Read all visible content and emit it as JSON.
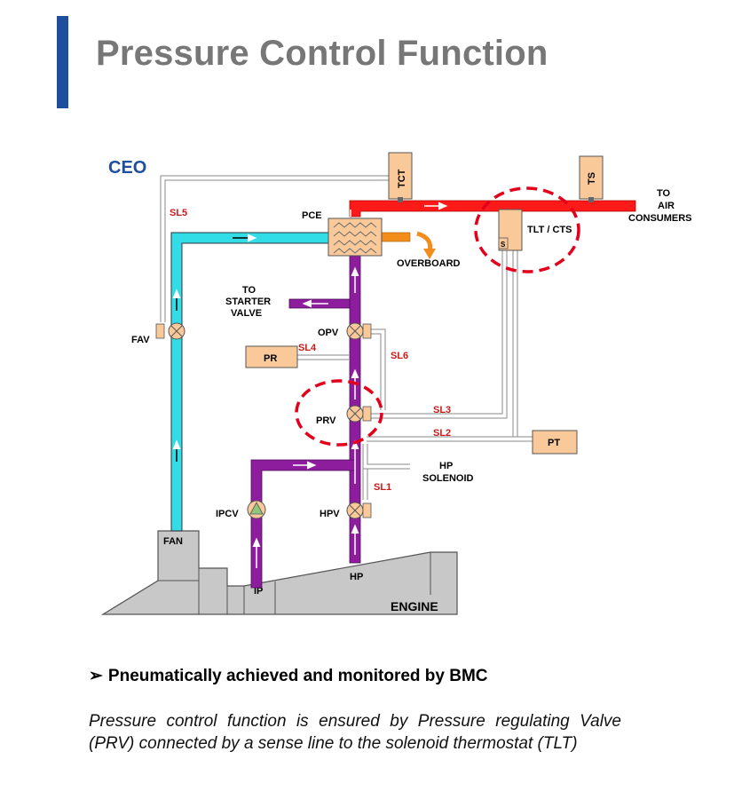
{
  "page": {
    "title": "Pressure Control Function",
    "bullet_mark": "➢",
    "bullet_text": "Pneumatically achieved and monitored by BMC",
    "description": "Pressure control function is ensured by Pressure regulating Valve (PRV) connected by a sense line  to  the solenoid thermostat (TLT)"
  },
  "diagram": {
    "ceo": "CEO",
    "tct": "TCT",
    "ts": "TS",
    "to_air_1": "TO",
    "to_air_2": "AIR",
    "to_air_3": "CONSUMERS",
    "sl5": "SL5",
    "pce": "PCE",
    "tlt_cts": "TLT / CTS",
    "s": "S",
    "overboard": "OVERBOARD",
    "to_starter_1": "TO",
    "to_starter_2": "STARTER",
    "to_starter_3": "VALVE",
    "fav": "FAV",
    "opv": "OPV",
    "pr": "PR",
    "sl4": "SL4",
    "sl6": "SL6",
    "prv": "PRV",
    "sl3": "SL3",
    "sl2": "SL2",
    "pt": "PT",
    "hp_solenoid_1": "HP",
    "hp_solenoid_2": "SOLENOID",
    "sl1": "SL1",
    "ipcv": "IPCV",
    "hpv": "HPV",
    "fan": "FAN",
    "ip": "IP",
    "hp": "HP",
    "engine": "ENGINE"
  },
  "colors": {
    "accent_bar": "#1f4e9c",
    "title_gray": "#777777",
    "hot_duct": "#ff1a1a",
    "fan_duct": "#33dde8",
    "bleed_duct": "#8e1d9e",
    "box_fill": "#f9c99a",
    "overboard": "#f28c1a",
    "engine_gray": "#c8c8c8",
    "highlight": "#e3001b",
    "label_red": "#cc1a1a",
    "ceo_blue": "#1f4e9c"
  }
}
